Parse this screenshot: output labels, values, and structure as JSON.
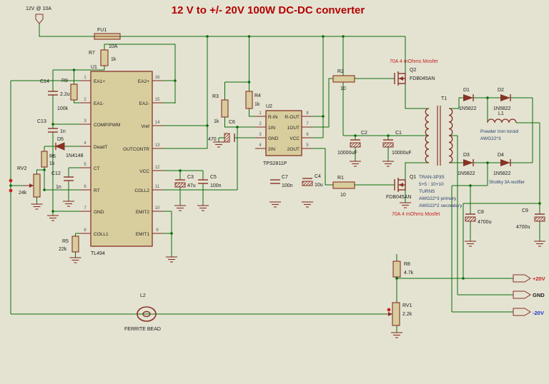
{
  "title": "12 V to +/- 20V 100W DC-DC converter",
  "input": {
    "label": "12V @ 10A"
  },
  "outputs": {
    "plus": "+20V",
    "gnd": "GND",
    "minus": "-20V"
  },
  "notes": {
    "mosfet_q2": "70A 4 mOhms Mosfet",
    "mosfet_q1": "70A 4 mOhms Mosfet",
    "rectifier": "Shottky 3A rectifier",
    "l1_line1": "Powder Iron toroid",
    "l1_line2": "AWG22*3"
  },
  "u1": {
    "ref": "U1",
    "part": "TL494",
    "pins_left": [
      {
        "name": "EA1+",
        "num": "1"
      },
      {
        "name": "EA1-",
        "num": "2"
      },
      {
        "name": "COMP/PWM",
        "num": "3"
      },
      {
        "name": "DeadT",
        "num": "4"
      },
      {
        "name": "CT",
        "num": "5"
      },
      {
        "name": "RT",
        "num": "6"
      },
      {
        "name": "GND",
        "num": "7"
      },
      {
        "name": "COLL1",
        "num": "8"
      }
    ],
    "pins_right": [
      {
        "name": "EA2+",
        "num": "16"
      },
      {
        "name": "EA2-",
        "num": "15"
      },
      {
        "name": "Vref",
        "num": "14"
      },
      {
        "name": "OUTCONTR",
        "num": "13"
      },
      {
        "name": "VCC",
        "num": "12"
      },
      {
        "name": "COLL2",
        "num": "11"
      },
      {
        "name": "EMIT2",
        "num": "10"
      },
      {
        "name": "EMIT1",
        "num": "9"
      }
    ]
  },
  "u2": {
    "ref": "U2",
    "part": "TPS2811P",
    "pins_left": [
      {
        "name": "R-IN",
        "num": "1"
      },
      {
        "name": "1IN",
        "num": "2"
      },
      {
        "name": "GND",
        "num": "3"
      },
      {
        "name": "2IN",
        "num": "4"
      }
    ],
    "pins_right": [
      {
        "name": "R-OUT",
        "num": "8"
      },
      {
        "name": "1OUT",
        "num": "7"
      },
      {
        "name": "VCC",
        "num": "6"
      },
      {
        "name": "2OUT",
        "num": "5"
      }
    ]
  },
  "t1": {
    "ref": "T1",
    "part": "TRAN-3P3S",
    "notes": [
      "5+5 : 10+10",
      "TURNS",
      "AWG22*3 primary",
      "AWG22*2 secondary"
    ]
  },
  "parts": {
    "fu1": {
      "ref": "FU1",
      "value": "10A"
    },
    "r7": {
      "ref": "R7",
      "value": "1k"
    },
    "r9": {
      "ref": "R9",
      "value": "100k"
    },
    "c14": {
      "ref": "C14",
      "value": "2.2u"
    },
    "c13": {
      "ref": "C13",
      "value": "1n"
    },
    "d5": {
      "ref": "D5",
      "value": "1N4148"
    },
    "r6": {
      "ref": "R6",
      "value": "1k"
    },
    "rv2": {
      "ref": "RV2",
      "value": "24k"
    },
    "c12": {
      "ref": "C12",
      "value": "1n"
    },
    "r5": {
      "ref": "R5",
      "value": "22k"
    },
    "r3": {
      "ref": "R3",
      "value": "1k"
    },
    "r4": {
      "ref": "R4",
      "value": "1k"
    },
    "c6": {
      "ref": "C6",
      "value": "470"
    },
    "c3": {
      "ref": "C3",
      "value": "47u"
    },
    "c5": {
      "ref": "C5",
      "value": "100n"
    },
    "c7": {
      "ref": "C7",
      "value": "100n"
    },
    "c4": {
      "ref": "C4",
      "value": "10u"
    },
    "r2": {
      "ref": "R2",
      "value": "10"
    },
    "r1": {
      "ref": "R1",
      "value": "10"
    },
    "q2": {
      "ref": "Q2",
      "value": "FDB045AN"
    },
    "q1": {
      "ref": "Q1",
      "value": "FDB045AN"
    },
    "c2": {
      "ref": "C2",
      "value": "10000uF"
    },
    "c1": {
      "ref": "C1",
      "value": "10000uF"
    },
    "d1": {
      "ref": "D1",
      "value": "1N5822"
    },
    "d2": {
      "ref": "D2",
      "value": "1N5822"
    },
    "d3": {
      "ref": "D3",
      "value": "1N5822"
    },
    "d4": {
      "ref": "D4",
      "value": "1N5822"
    },
    "l1": {
      "ref": "L1"
    },
    "c8": {
      "ref": "C8",
      "value": "4700u"
    },
    "c9": {
      "ref": "C9",
      "value": "4700u"
    },
    "r8": {
      "ref": "R8",
      "value": "4.7k"
    },
    "rv1": {
      "ref": "RV1",
      "value": "2.2k"
    },
    "l2": {
      "ref": "L2",
      "value": "FERRITE BEAD"
    }
  },
  "colors": {
    "background": "#e4e3d2",
    "wire": "#0b6e0b",
    "component": "#883226",
    "component_fill": "#d8cd9d",
    "title_red": "#b30000",
    "annotation_red": "#c22222",
    "annotation_navy": "#27406e",
    "output_minus_blue": "#2233cc",
    "text_dark": "#1c1c1c"
  }
}
